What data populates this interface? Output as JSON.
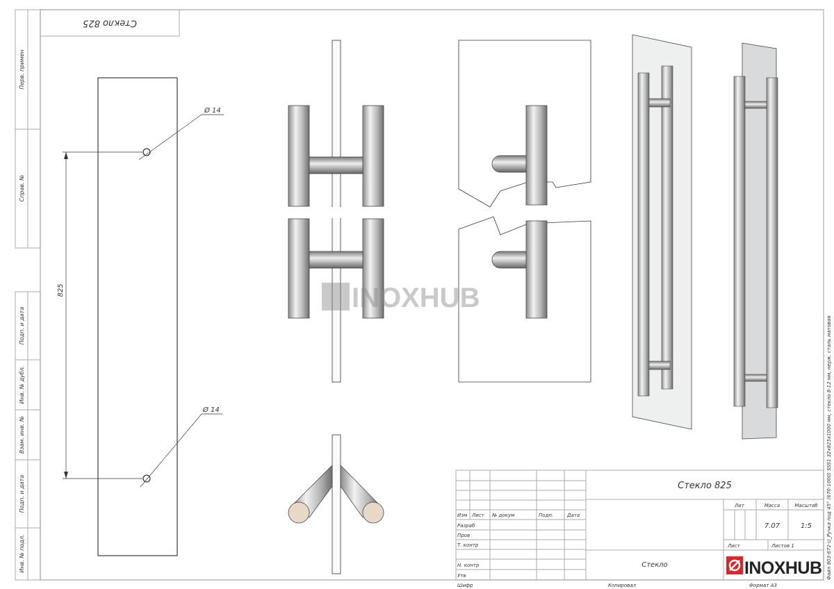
{
  "top_label": "Стекло 825",
  "side_labels": [
    "Перв. примен",
    "Справ. №",
    "Подп. и дата",
    "Инв. № дубл.",
    "Взам. инв. №",
    "Подп. и дата",
    "Инв. № подл."
  ],
  "dimensions": {
    "length": "825",
    "hole_top": "Ø 14",
    "hole_bottom": "Ø 14"
  },
  "watermark": "INOXHUB",
  "file_note": "Файл 803-672-U_Ручка под 45° (670-1000) SSS1 32x825x1000 мм, стекло 8-12 мм, нерж. сталь матовая",
  "title_block": {
    "title": "Стекло 825",
    "headers": {
      "izm": "Изм",
      "list": "Лист",
      "doc": "№ докум",
      "podp": "Подп.",
      "data": "Дата"
    },
    "roles": {
      "razrab": "Разраб",
      "prov": "Пров",
      "tkontr": "Т. контр",
      "nkontr": "Н. контр",
      "utv": "Утв"
    },
    "lit_label": "Лит",
    "mass_label": "Масса",
    "scale_label": "Масштаб",
    "mass": "7.07",
    "scale": "1:5",
    "sheet_label": "Лист",
    "sheets_label": "Листов 1",
    "material": "Стекло",
    "logo": "INOXHUB",
    "logo_color": "#d8262c",
    "cipher": "Шифр",
    "copied": "Копировал",
    "format": "Формат А3"
  }
}
